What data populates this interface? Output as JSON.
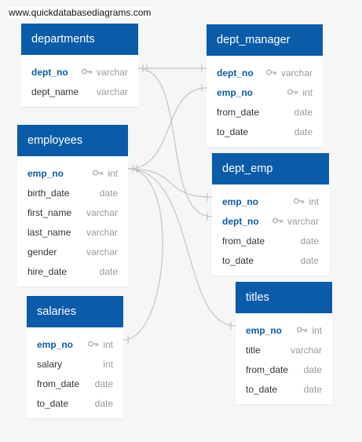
{
  "watermark": "www.quickdatabasediagrams.com",
  "colors": {
    "header": "#0a5ca8",
    "key_field": "#0a5ca8",
    "connector": "#c4c4c4"
  },
  "tables": {
    "departments": {
      "name": "departments",
      "fields": [
        {
          "name": "dept_no",
          "type": "varchar",
          "key": true
        },
        {
          "name": "dept_name",
          "type": "varchar",
          "key": false
        }
      ]
    },
    "dept_manager": {
      "name": "dept_manager",
      "fields": [
        {
          "name": "dept_no",
          "type": "varchar",
          "key": true
        },
        {
          "name": "emp_no",
          "type": "int",
          "key": true
        },
        {
          "name": "from_date",
          "type": "date",
          "key": false
        },
        {
          "name": "to_date",
          "type": "date",
          "key": false
        }
      ]
    },
    "employees": {
      "name": "employees",
      "fields": [
        {
          "name": "emp_no",
          "type": "int",
          "key": true
        },
        {
          "name": "birth_date",
          "type": "date",
          "key": false
        },
        {
          "name": "first_name",
          "type": "varchar",
          "key": false
        },
        {
          "name": "last_name",
          "type": "varchar",
          "key": false
        },
        {
          "name": "gender",
          "type": "varchar",
          "key": false
        },
        {
          "name": "hire_date",
          "type": "date",
          "key": false
        }
      ]
    },
    "dept_emp": {
      "name": "dept_emp",
      "fields": [
        {
          "name": "emp_no",
          "type": "int",
          "key": true
        },
        {
          "name": "dept_no",
          "type": "varchar",
          "key": true
        },
        {
          "name": "from_date",
          "type": "date",
          "key": false
        },
        {
          "name": "to_date",
          "type": "date",
          "key": false
        }
      ]
    },
    "salaries": {
      "name": "salaries",
      "fields": [
        {
          "name": "emp_no",
          "type": "int",
          "key": true
        },
        {
          "name": "salary",
          "type": "int",
          "key": false
        },
        {
          "name": "from_date",
          "type": "date",
          "key": false
        },
        {
          "name": "to_date",
          "type": "date",
          "key": false
        }
      ]
    },
    "titles": {
      "name": "titles",
      "fields": [
        {
          "name": "emp_no",
          "type": "int",
          "key": true
        },
        {
          "name": "title",
          "type": "varchar",
          "key": false
        },
        {
          "name": "from_date",
          "type": "date",
          "key": false
        },
        {
          "name": "to_date",
          "type": "date",
          "key": false
        }
      ]
    }
  },
  "relationships": [
    {
      "from": "departments.dept_no",
      "to": "dept_manager.dept_no"
    },
    {
      "from": "departments.dept_no",
      "to": "dept_emp.dept_no"
    },
    {
      "from": "employees.emp_no",
      "to": "dept_manager.emp_no"
    },
    {
      "from": "employees.emp_no",
      "to": "dept_emp.emp_no"
    },
    {
      "from": "employees.emp_no",
      "to": "titles.emp_no"
    },
    {
      "from": "employees.emp_no",
      "to": "salaries.emp_no"
    }
  ]
}
